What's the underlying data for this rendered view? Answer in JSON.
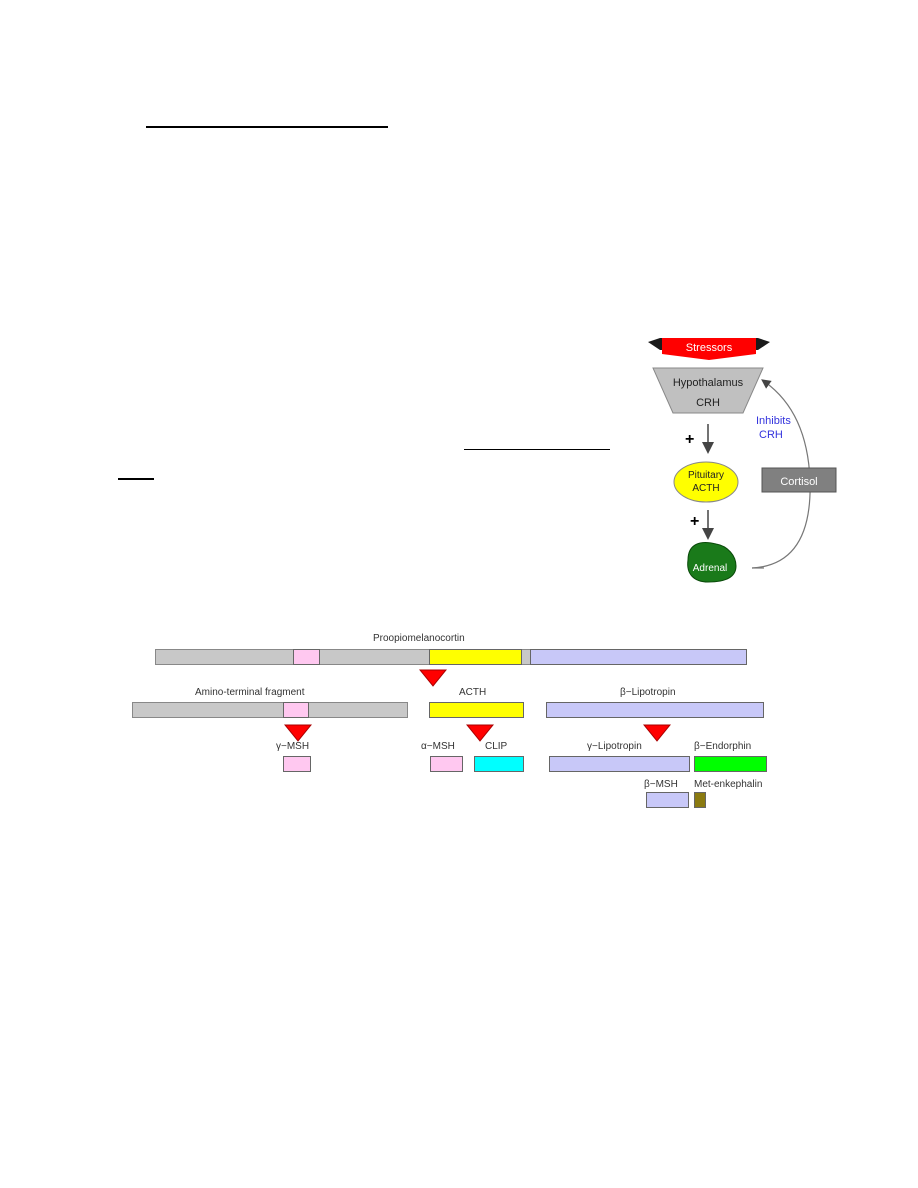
{
  "hpa": {
    "stressors": "Stressors",
    "hypothalamus": "Hypothalamus",
    "crh": "CRH",
    "plus_1": "+",
    "plus_2": "+",
    "pituitary": "Pituitary",
    "acth": "ACTH",
    "adrenal": "Adrenal",
    "cortisol": "Cortisol",
    "inhibits": "Inhibits",
    "inhibits_crh": "CRH"
  },
  "pomc": {
    "precursor": "Proopiomelanocortin",
    "amino_fragment": "Amino-terminal fragment",
    "acth": "ACTH",
    "beta_lipotropin": "β−Lipotropin",
    "gamma_msh": "γ−MSH",
    "alpha_msh": "α−MSH",
    "clip": "CLIP",
    "gamma_lipotropin": "γ−Lipotropin",
    "beta_endorphin": "β−Endorphin",
    "beta_msh": "β−MSH",
    "met_enkephalin": "Met-enkephalin"
  },
  "colors": {
    "gray": "#c8c8c8",
    "pink": "#ffc8f0",
    "yellow": "#ffff00",
    "lavender": "#c8c8f8",
    "cyan": "#00ffff",
    "green": "#00ff00",
    "olive": "#8a7a10",
    "red": "#ff0000",
    "darkgreen": "#1a7a1a",
    "blue_text": "#3333dd"
  }
}
